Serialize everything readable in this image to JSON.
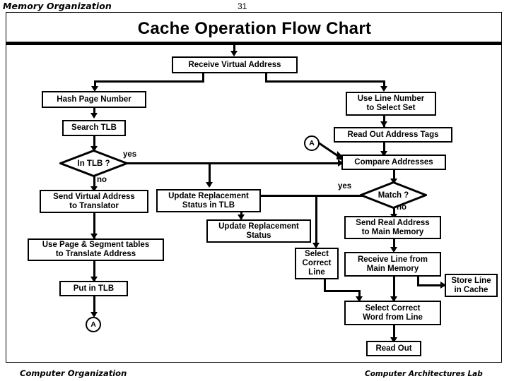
{
  "header": {
    "course_title": "Memory Organization",
    "page_number": "31"
  },
  "slide": {
    "title": "Cache Operation Flow Chart"
  },
  "footer": {
    "left": "Computer Organization",
    "right": "Computer Architectures Lab"
  },
  "flowchart": {
    "nodes": {
      "receive_virtual_address": "Receive Virtual Address",
      "hash_page_number": "Hash Page Number",
      "search_tlb": "Search TLB",
      "in_tlb": "In TLB ?",
      "send_virtual_address": "Send Virtual Address\nto Translator",
      "use_page_segment": "Use Page & Segment tables\nto Translate Address",
      "put_in_tlb": "Put in TLB",
      "connector_a_bottom": "A",
      "update_replacement_tlb": "Update Replacement\nStatus in TLB",
      "update_replacement": "Update Replacement\nStatus",
      "use_line_number": "Use Line Number\nto Select Set",
      "read_out_address_tags": "Read Out Address Tags",
      "connector_a_top": "A",
      "compare_addresses": "Compare Addresses",
      "match": "Match ?",
      "send_real_address": "Send Real Address\nto Main Memory",
      "select_correct_line": "Select\nCorrect\nLine",
      "receive_line": "Receive Line from\nMain Memory",
      "store_line": "Store Line\nin Cache",
      "select_correct_word": "Select Correct\nWord from Line",
      "read_out": "Read Out"
    },
    "edge_labels": {
      "in_tlb_yes": "yes",
      "in_tlb_no": "no",
      "match_yes": "yes",
      "match_no": "no"
    },
    "colors": {
      "line": "#000000",
      "node_fill": "#ffffff",
      "text": "#000000"
    }
  }
}
